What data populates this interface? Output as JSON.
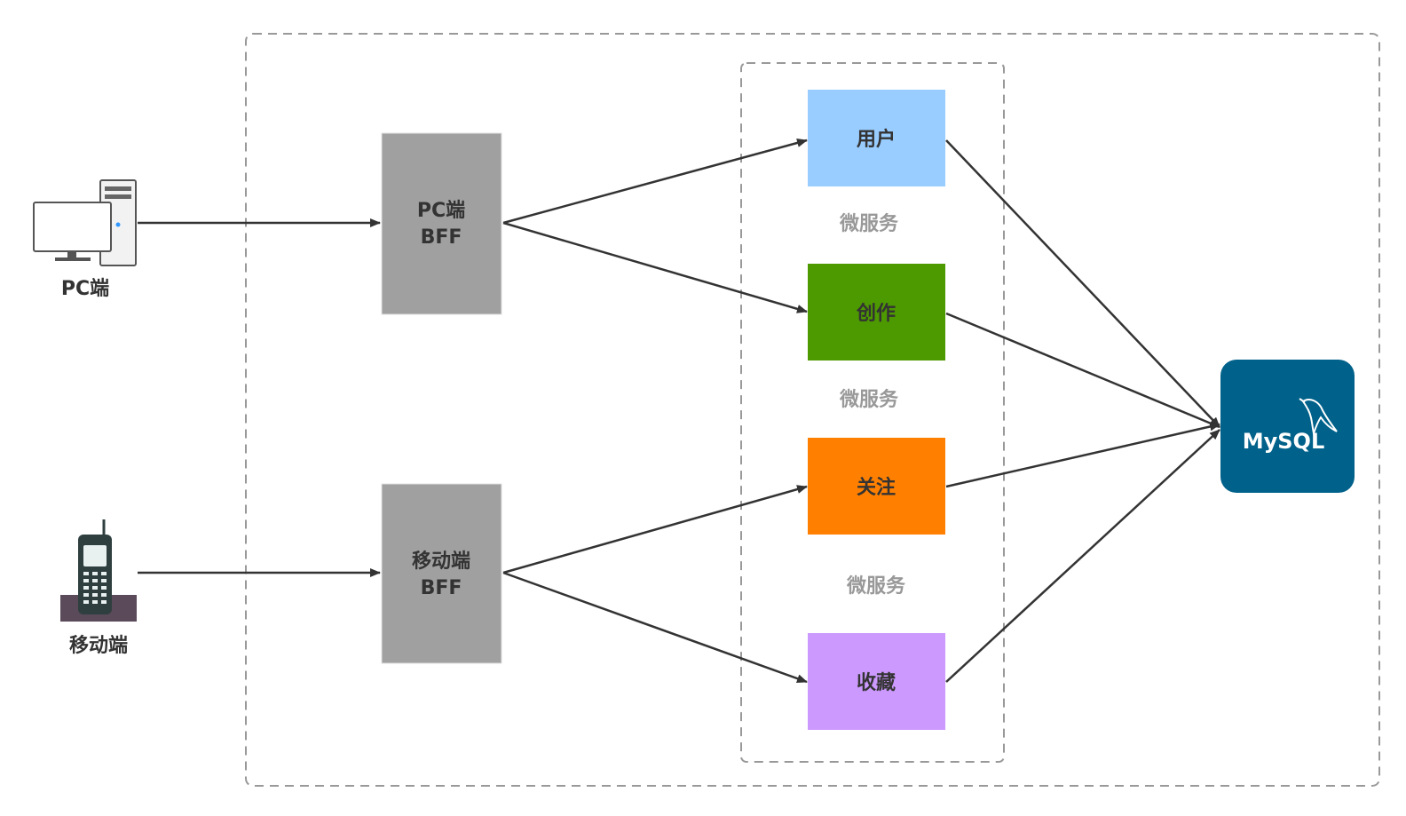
{
  "clients": {
    "pc": {
      "label": "PC端"
    },
    "mobile": {
      "label": "移动端"
    }
  },
  "bff": {
    "pc": {
      "line1": "PC端",
      "line2": "BFF"
    },
    "mobile": {
      "line1": "移动端",
      "line2": "BFF"
    }
  },
  "services": {
    "user": {
      "label": "用户",
      "color": "#99ccff"
    },
    "create": {
      "label": "创作",
      "color": "#4d9900"
    },
    "follow": {
      "label": "关注",
      "color": "#ff8000"
    },
    "collect": {
      "label": "收藏",
      "color": "#cc99ff"
    }
  },
  "group_labels": [
    "微服务",
    "微服务",
    "微服务"
  ],
  "database": {
    "label": "MySQL",
    "color": "#00618a"
  },
  "colors": {
    "bff_fill": "#a0a0a0",
    "dashed_border": "#999999",
    "arrow": "#333333",
    "group_label": "#999999"
  }
}
